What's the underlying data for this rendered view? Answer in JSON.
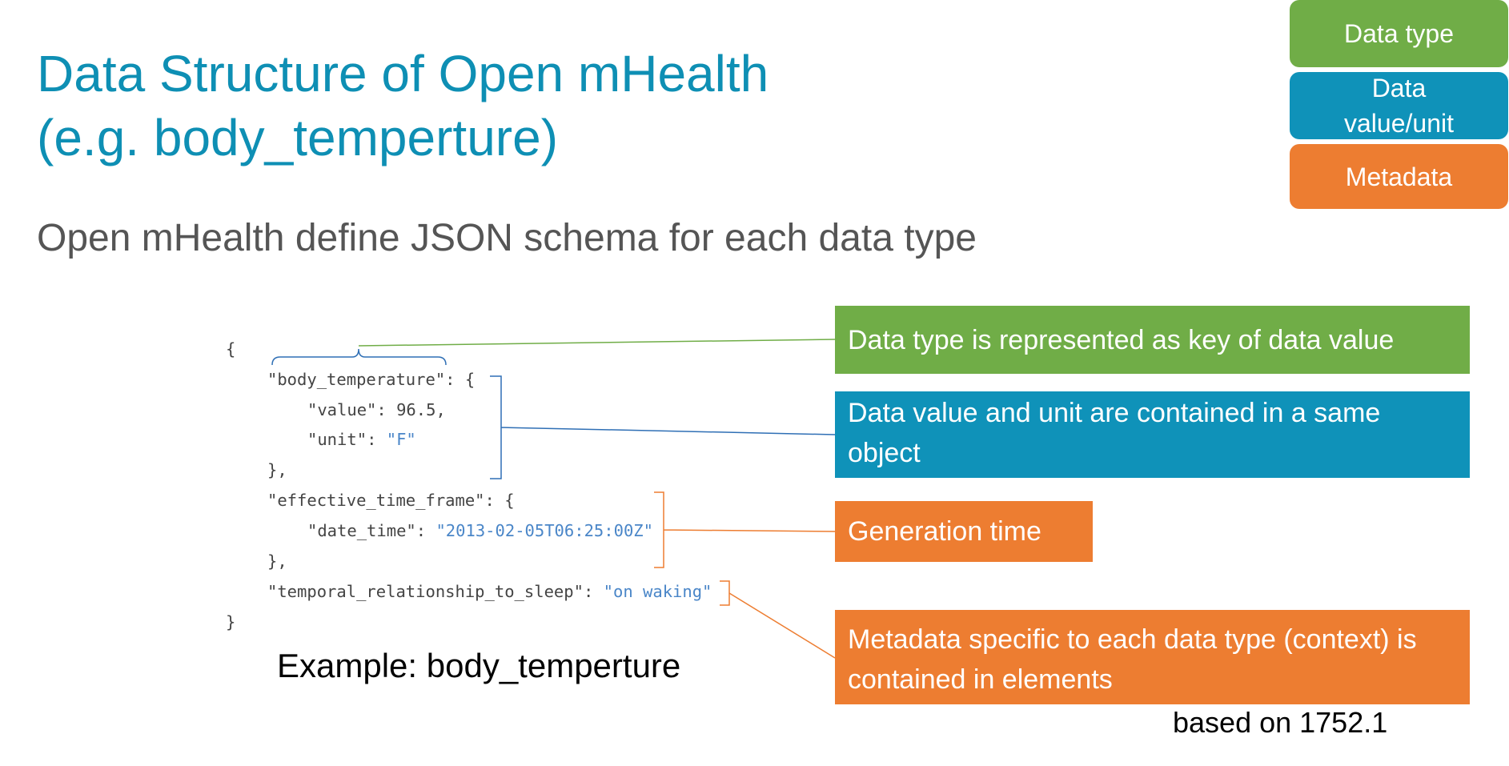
{
  "slide": {
    "title_line1": "Data Structure of Open mHealth",
    "title_line2": "(e.g. body_temperture)",
    "subtitle": "Open mHealth define JSON schema for each data type"
  },
  "legend": {
    "data_type": "Data type",
    "data_value_unit_line1": "Data",
    "data_value_unit_line2": "value/unit",
    "metadata": "Metadata"
  },
  "code": {
    "l1": "{",
    "l2_key": "\"body_temperature\"",
    "l2_rest": ": {",
    "l3_key": "\"value\"",
    "l3_rest": ": 96.5,",
    "l4_key": "\"unit\"",
    "l4_sep": ": ",
    "l4_val": "\"F\"",
    "l5": "},",
    "l6_key": "\"effective_time_frame\"",
    "l6_rest": ": {",
    "l7_key": "\"date_time\"",
    "l7_sep": ": ",
    "l7_val": "\"2013-02-05T06:25:00Z\"",
    "l8": "},",
    "l9_key": "\"temporal_relationship_to_sleep\"",
    "l9_sep": ": ",
    "l9_val": "\"on waking\"",
    "l10": "}"
  },
  "callouts": {
    "data_type": "Data type is represented as key of data value",
    "data_value": "Data value and unit are contained in a same object",
    "generation_time": "Generation time",
    "metadata": "Metadata specific to each data type (context) is contained in elements"
  },
  "caption": "Example: body_temperture",
  "source_note": "based on 1752.1",
  "colors": {
    "title": "#0e8fb4",
    "green": "#70ad47",
    "blue": "#0f92b9",
    "orange": "#ed7d31"
  }
}
